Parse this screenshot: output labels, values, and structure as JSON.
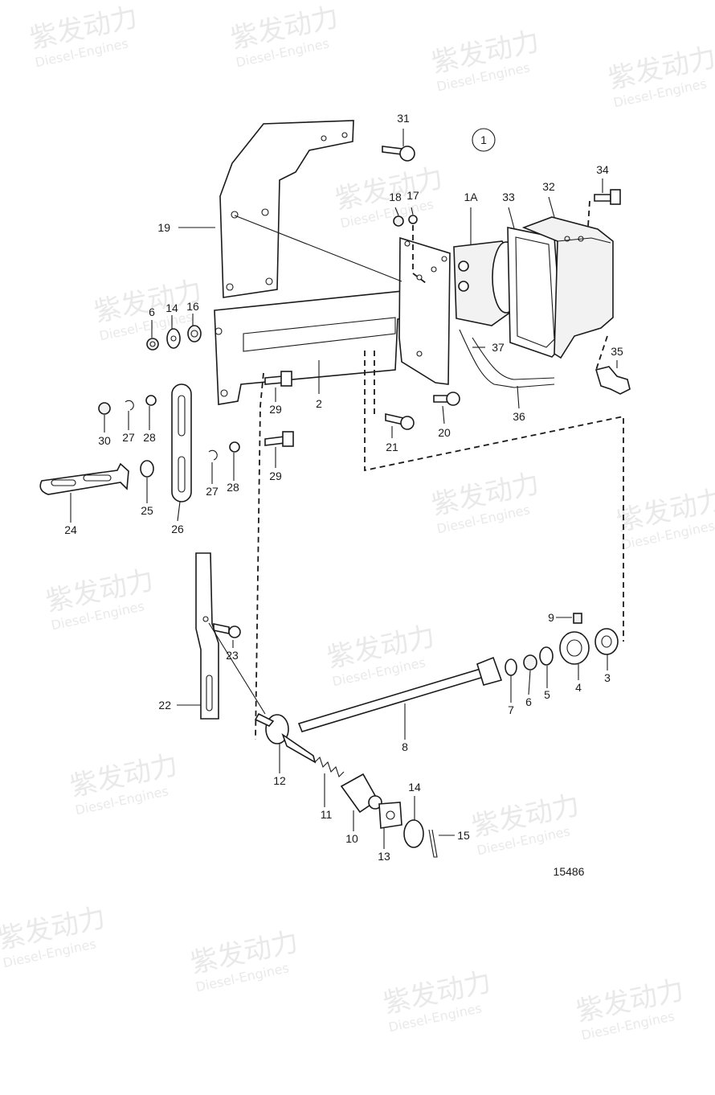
{
  "diagram": {
    "circled_label": "1",
    "drawing_number": "15486",
    "watermark": {
      "brand": "紫发动力",
      "subtitle": "Diesel-Engines"
    },
    "callouts": {
      "c31": "31",
      "c18": "18",
      "c17": "17",
      "c1a": "1A",
      "c33": "33",
      "c32": "32",
      "c34": "34",
      "c19": "19",
      "c6a": "6",
      "c14a": "14",
      "c16": "16",
      "c37": "37",
      "c35": "35",
      "c29a": "29",
      "c2": "2",
      "c20": "20",
      "c21": "21",
      "c36": "36",
      "c30": "30",
      "c27a": "27",
      "c28a": "28",
      "c29b": "29",
      "c27b": "27",
      "c28b": "28",
      "c24": "24",
      "c25": "25",
      "c26": "26",
      "c23": "23",
      "c22": "22",
      "c9": "9",
      "c3": "3",
      "c4": "4",
      "c5": "5",
      "c6b": "6",
      "c7": "7",
      "c8": "8",
      "c12": "12",
      "c11": "11",
      "c10": "10",
      "c13": "13",
      "c14b": "14",
      "c15": "15"
    }
  }
}
